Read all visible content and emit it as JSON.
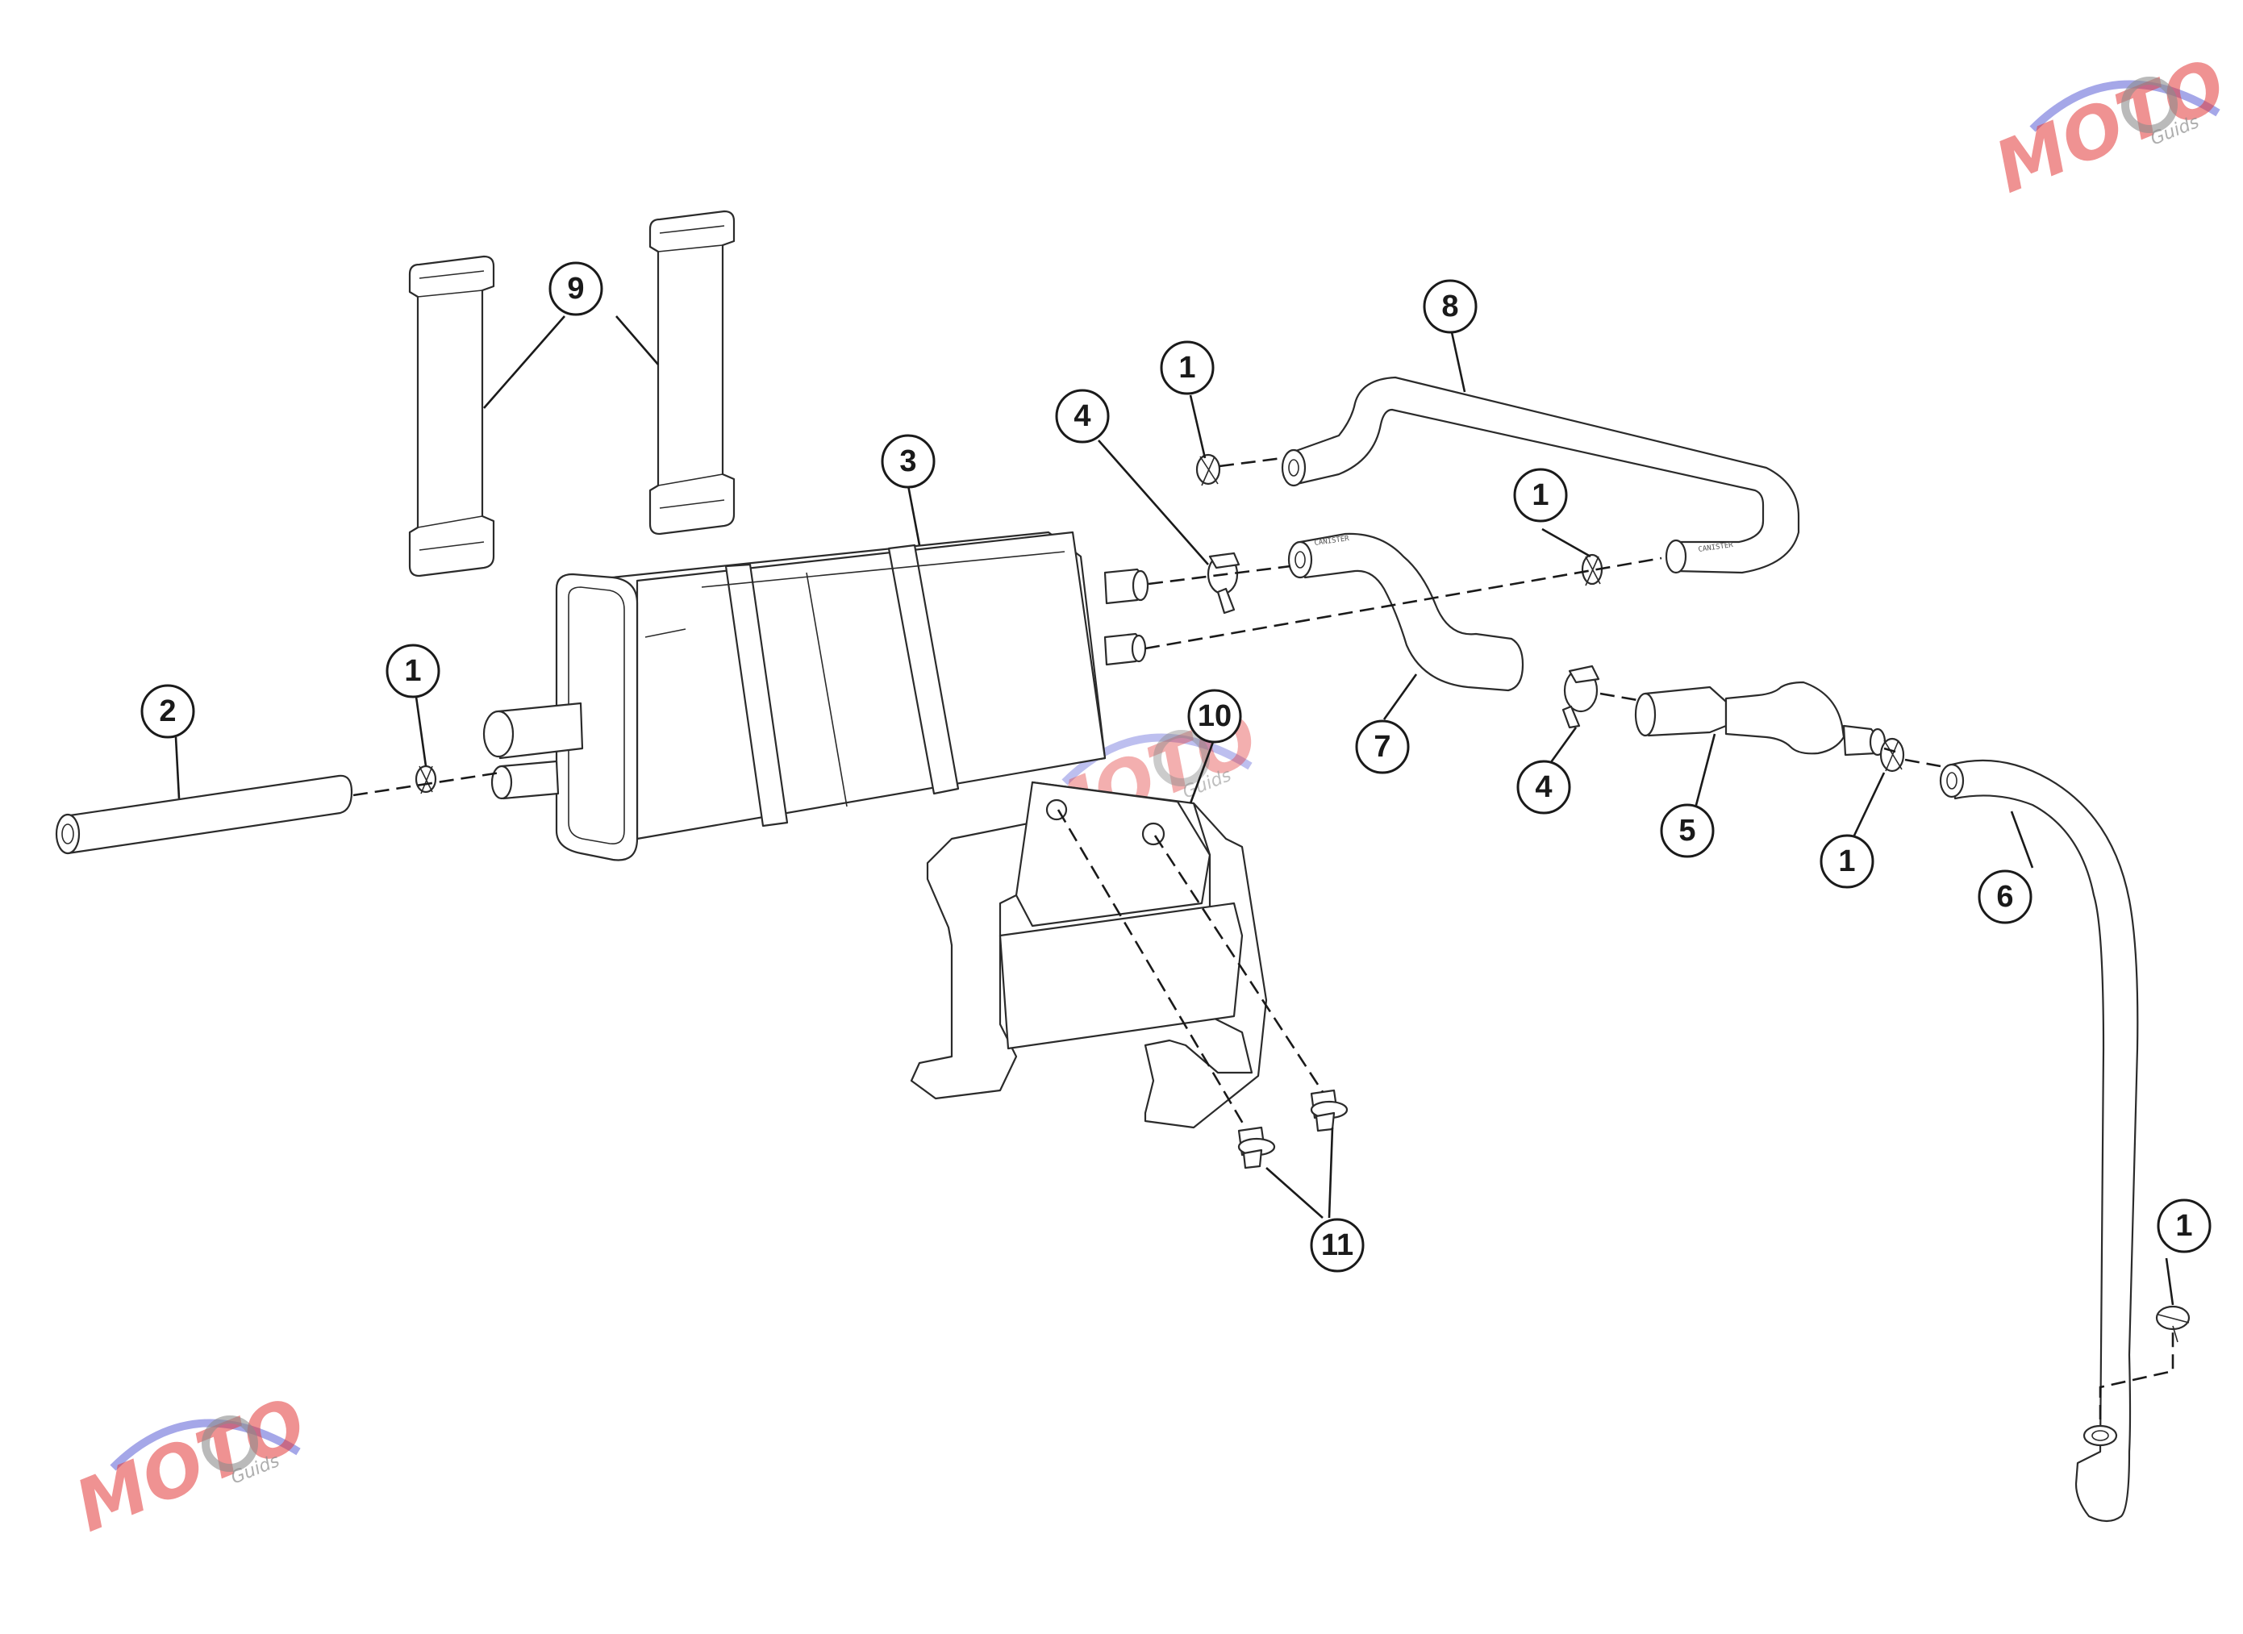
{
  "watermark": {
    "brand_text": "MOTO",
    "sub_text": "Guids",
    "colors": {
      "red": "#e23a3a",
      "grey": "#8c8c8c",
      "swoosh": "#5b5fd6"
    }
  },
  "callouts": {
    "c1a": "1",
    "c1b": "1",
    "c1c": "1",
    "c1d": "1",
    "c1e": "1",
    "c2": "2",
    "c3": "3",
    "c4a": "4",
    "c4b": "4",
    "c5": "5",
    "c6": "6",
    "c7": "7",
    "c8": "8",
    "c9": "9",
    "c10": "10",
    "c11": "11"
  },
  "hose_labels": {
    "canister": "CANISTER"
  }
}
